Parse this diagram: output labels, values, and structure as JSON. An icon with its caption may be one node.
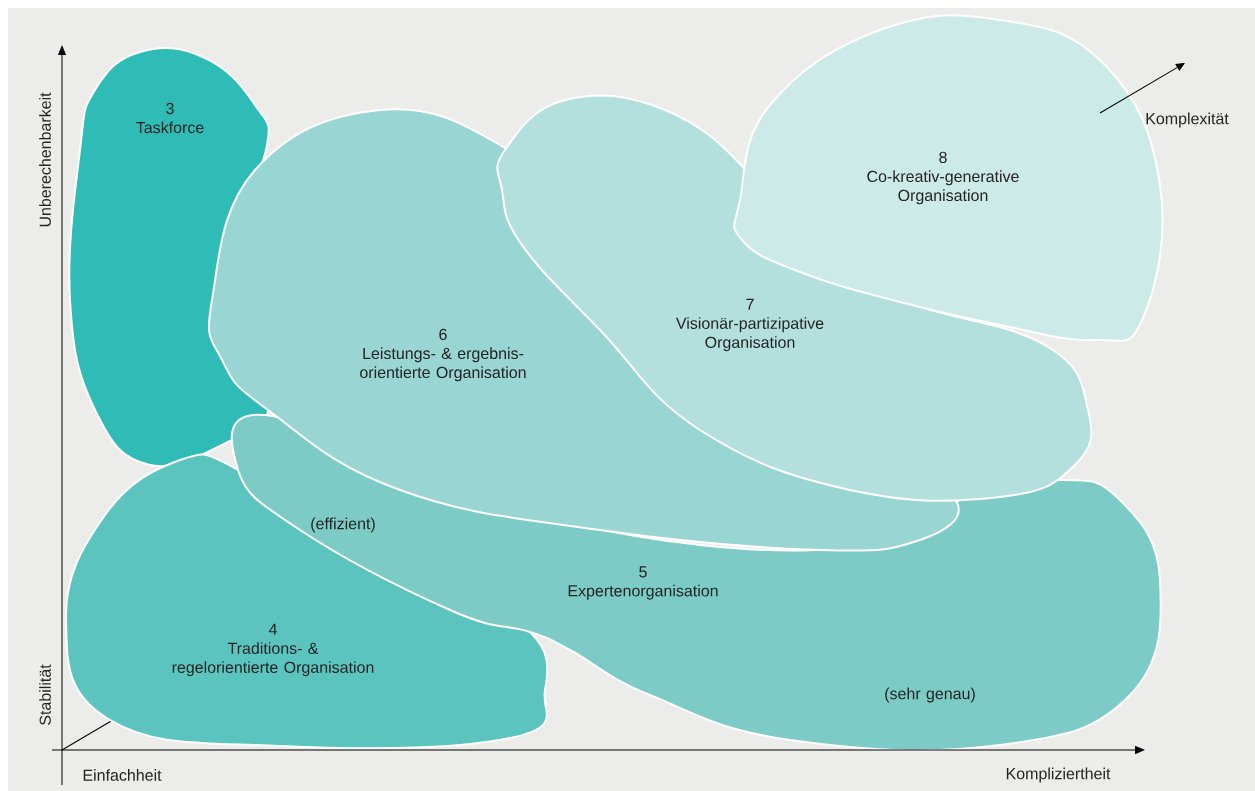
{
  "diagram": {
    "nodes": [
      {
        "text": [
          "3",
          "Taskforce"
        ]
      },
      {
        "text": [
          "8",
          "Co-kreativ-generative Organisation"
        ]
      },
      {
        "text": [
          "7",
          "Visionär-partizipative Organisation"
        ]
      },
      {
        "text": [
          "6",
          "Leistungs- & ergebnis-orientierte Organisation"
        ]
      },
      {
        "text": [
          "(effizient)",
          "5",
          "Expertenorganisation",
          "(sehr genau)"
        ]
      },
      {
        "text": [
          "4",
          "Traditions- & regelorientierte Organisation"
        ]
      }
    ],
    "labels": [
      "Unberechenbarkeit",
      "Komplexität",
      "Stabilität",
      "Einfachheit",
      "Kompliziertheit"
    ]
  }
}
